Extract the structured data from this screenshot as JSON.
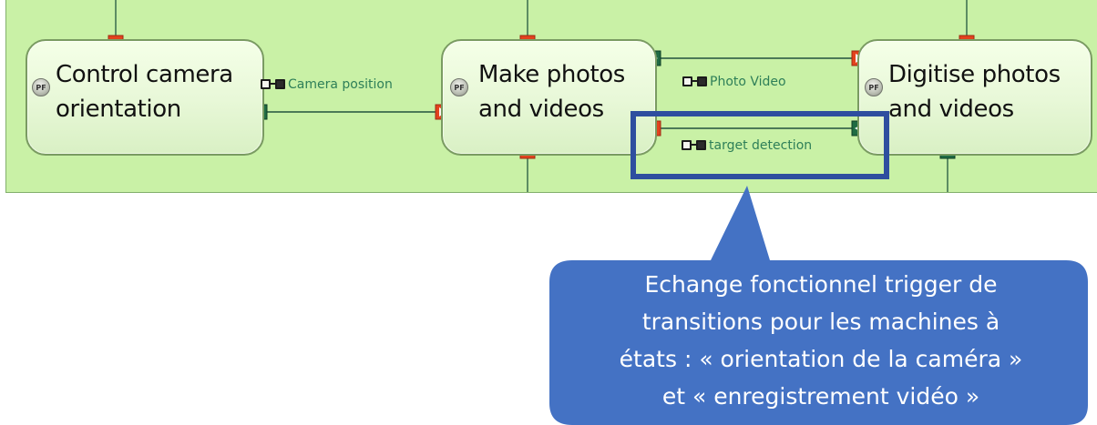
{
  "diagram": {
    "functions": [
      {
        "id": "control-camera-orientation",
        "icon_label": "PF",
        "title_lines": [
          "Control camera",
          "orientation"
        ]
      },
      {
        "id": "make-photos-and-videos",
        "icon_label": "PF",
        "title_lines": [
          "Make photos",
          "and videos"
        ]
      },
      {
        "id": "digitise-photos-and-videos",
        "icon_label": "PF",
        "title_lines": [
          "Digitise photos",
          "and videos"
        ]
      }
    ],
    "exchanges": [
      {
        "id": "camera-position",
        "label": "Camera position"
      },
      {
        "id": "photo-video",
        "label": "Photo Video"
      },
      {
        "id": "target-detection",
        "label": "target detection"
      }
    ],
    "callout": {
      "lines": [
        "Echange fonctionnel trigger de",
        "transitions pour les machines à",
        "états : « orientation de la caméra »",
        "et  « enregistrement vidéo »"
      ]
    },
    "colors": {
      "canvas_green": "#c9f1a6",
      "function_border": "#7a9b62",
      "port_red": "#e3421d",
      "port_green": "#1f6b43",
      "link_green": "#4c7a57",
      "exchange_text": "#2e7f58",
      "highlight_blue": "#2e4e9f",
      "callout_blue": "#4472c4"
    },
    "icons": {
      "function": "physical-function-icon",
      "exchange": "functional-exchange-icon",
      "input_port": "red-input-port-icon",
      "output_port": "green-output-port-icon"
    }
  }
}
